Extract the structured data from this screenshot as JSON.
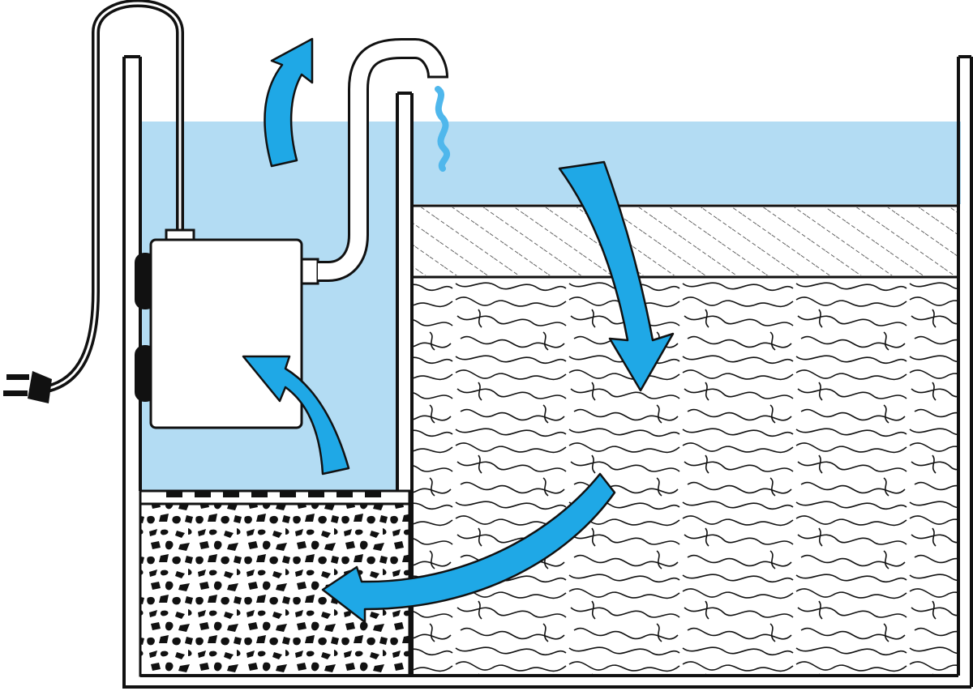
{
  "diagram": {
    "kind": "pond filter flow illustration",
    "labels": [],
    "colors": {
      "water": "#b3dcf3",
      "arrow": "#1fa8e6",
      "outline": "#111111",
      "background": "#ffffff",
      "pump": "#ffffff"
    },
    "parts": [
      "power-plug",
      "power-cable",
      "pump-chamber",
      "pump",
      "outlet-hose",
      "water-stream",
      "filter-wool-layer",
      "filter-sponge-media",
      "coarse-filter-media"
    ],
    "flow_arrows": [
      "water-rising-out-arrow",
      "water-down-through-media-arrow",
      "water-into-coarse-media-arrow",
      "water-into-pump-arrow"
    ]
  }
}
